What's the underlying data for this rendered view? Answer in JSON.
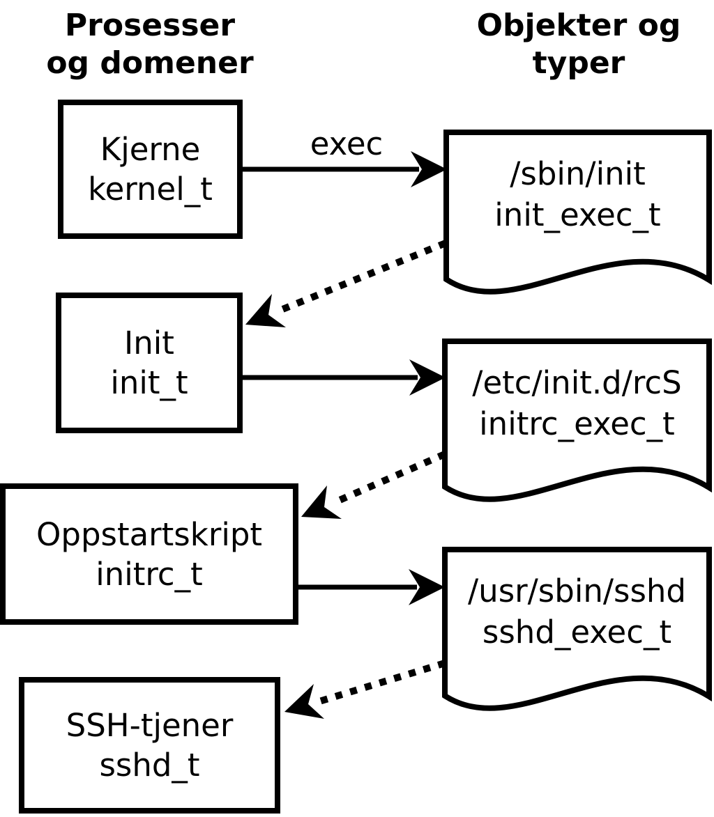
{
  "header_left": {
    "line1": "Prosesser",
    "line2": "og domener"
  },
  "header_right": {
    "line1": "Objekter og",
    "line2": "typer"
  },
  "edge_label_exec": "exec",
  "processes": [
    {
      "name": "Kjerne",
      "type": "kernel_t"
    },
    {
      "name": "Init",
      "type": "init_t"
    },
    {
      "name": "Oppstartskript",
      "type": "initrc_t"
    },
    {
      "name": "SSH-tjener",
      "type": "sshd_t"
    }
  ],
  "objects": [
    {
      "path": "/sbin/init",
      "type": "init_exec_t"
    },
    {
      "path": "/etc/init.d/rcS",
      "type": "initrc_exec_t"
    },
    {
      "path": "/usr/sbin/sshd",
      "type": "sshd_exec_t"
    }
  ],
  "colors": {
    "foreground": "#000000",
    "background": "#ffffff"
  }
}
